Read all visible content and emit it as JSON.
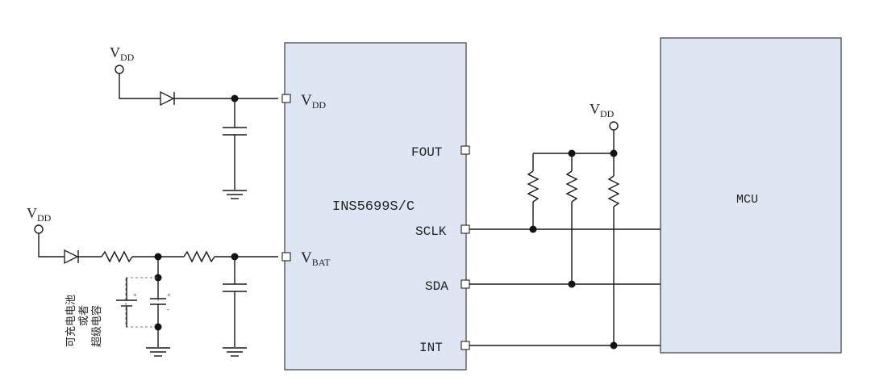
{
  "chips": {
    "rtc": "INS5699S/C",
    "mcu": "MCU"
  },
  "supply": {
    "v": "V",
    "dd": "DD",
    "bat": "BAT"
  },
  "pins": {
    "fout": "FOUT",
    "sclk": "SCLK",
    "sda": "SDA",
    "int": "INT"
  },
  "battery_note": {
    "line1": "可充电电池",
    "line2": "或者",
    "line3": "超级电容"
  }
}
